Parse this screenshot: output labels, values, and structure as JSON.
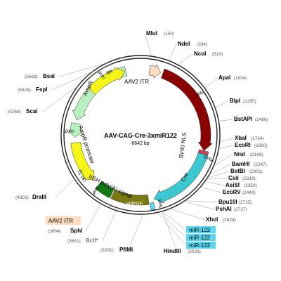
{
  "plasmid": {
    "name": "AAV-CAG-Cre-3xmiR122",
    "size": "6642 bp"
  },
  "ticks": [
    "1000",
    "2000",
    "3000",
    "4000",
    "5000",
    "6000"
  ],
  "features": {
    "ori": "ori",
    "aav2_itr_right": "AAV2 ITR",
    "cag": "CAG",
    "sv40_nls": "SV40 NLS",
    "cre": "Cre",
    "wpre": "WPRE",
    "bgh": "bGH poly(A) signal",
    "f1_ori": "f1 ori",
    "ampr_promoter": "AmpR promoter",
    "ampr": "AmpR"
  },
  "sites_right": [
    {
      "name": "MluI",
      "pos": "(150)"
    },
    {
      "name": "NdeI",
      "pos": "(394)"
    },
    {
      "name": "NcoI",
      "pos": "(520)"
    },
    {
      "name": "ApaI",
      "pos": "(1004)"
    },
    {
      "name": "BlpI",
      "pos": "(1295)"
    },
    {
      "name": "BstAPI",
      "pos": "(1486)"
    },
    {
      "name": "XbaI",
      "pos": "(1764)"
    },
    {
      "name": "EcoRI",
      "pos": "(1860)"
    },
    {
      "name": "NruI",
      "pos": "(2106)"
    },
    {
      "name": "BamHI",
      "pos": "(2247)"
    },
    {
      "name": "BstBI",
      "pos": "(2301)"
    },
    {
      "name": "CsiI",
      "pos": "(2319)"
    },
    {
      "name": "AsiSI",
      "pos": "(2350)"
    },
    {
      "name": "EcoRV",
      "pos": "(2443)"
    },
    {
      "name": "Bpu10I",
      "pos": "(2715)"
    },
    {
      "name": "PshAI",
      "pos": "(2727)"
    },
    {
      "name": "XhoI",
      "pos": "(2924)"
    }
  ],
  "sites_left": [
    {
      "name": "BsaI",
      "pos": "(5683)"
    },
    {
      "name": "FspI",
      "pos": "(5526)"
    },
    {
      "name": "ScaI",
      "pos": "(5268)"
    },
    {
      "name": "DraIII",
      "pos": "(4353)"
    },
    {
      "name": "SphI",
      "pos": "(3864)"
    },
    {
      "name": "BclI*",
      "pos": "(3651)"
    },
    {
      "name": "PflMI",
      "pos": "(3291)"
    },
    {
      "name": "HindIII",
      "pos": "(3028)"
    }
  ],
  "aav2_itr_left": "AAV2 ITR",
  "mirna": [
    "miR-122",
    "miR-122",
    "miR-122"
  ],
  "colors": {
    "cag": "#8b0000",
    "cre": "#3cc8d0",
    "ori": "#f5f516",
    "wpre": "#7a7a10",
    "bgh": "#147a14",
    "f1": "#f5f516",
    "ampr": "#b8f0c0",
    "itr": "#fcdcc0",
    "mirna": "#5ad6f0"
  }
}
